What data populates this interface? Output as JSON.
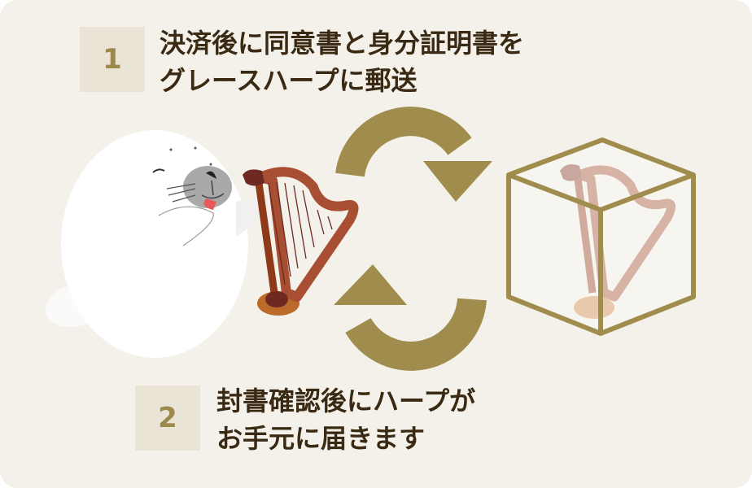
{
  "steps": [
    {
      "number": "1",
      "lines": [
        "決済後に同意書と身分証明書を",
        "グレースハープに郵送"
      ]
    },
    {
      "number": "2",
      "lines": [
        "封書確認後にハープが",
        "お手元に届きます"
      ]
    }
  ],
  "colors": {
    "background": "#f4f1ea",
    "badge": "#e9e4d5",
    "accent": "#a08c4c",
    "text": "#3a2a14",
    "harp": "#a84e32"
  },
  "icons": [
    "seal-illustration",
    "harp-icon",
    "cycle-arrows-icon",
    "boxed-harp-icon"
  ]
}
